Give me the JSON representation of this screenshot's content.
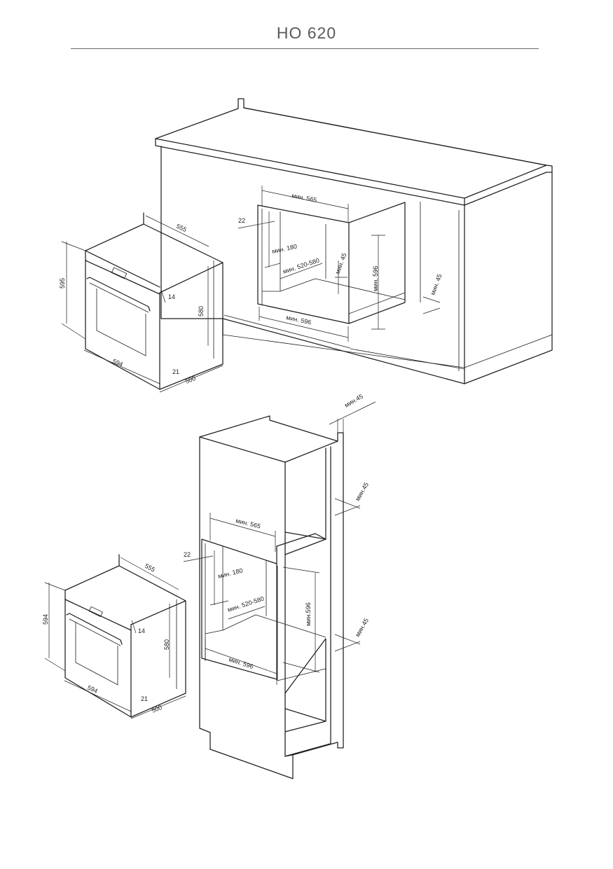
{
  "header": {
    "title": "HO 620"
  },
  "top": {
    "oven": {
      "w": "594",
      "h": "595",
      "d": "555",
      "front": "14",
      "body_h": "580",
      "body_d": "500",
      "door": "21"
    },
    "niche": {
      "min_w": "мин. 565",
      "front_gap": "22",
      "min_180": "мин. 180",
      "depth": "мин. 520-580",
      "min_45_inner": "мин. 45",
      "min_596_h": "мин. 596",
      "min_596_w": "мин. 596",
      "min_45_side": "мин. 45"
    }
  },
  "bottom": {
    "oven": {
      "w": "594",
      "h": "594",
      "d": "555",
      "front": "14",
      "body_h": "580",
      "body_d": "500",
      "door": "21"
    },
    "column": {
      "min_45_top": "мин.45",
      "min_45_mid": "мин.45",
      "min_45_low": "мин.45",
      "min_w": "мин. 565",
      "front_gap": "22",
      "min_180": "мин. 180",
      "depth": "мин. 520-580",
      "min_596_h": "мин.596",
      "min_596_w": "мин. 596"
    }
  }
}
